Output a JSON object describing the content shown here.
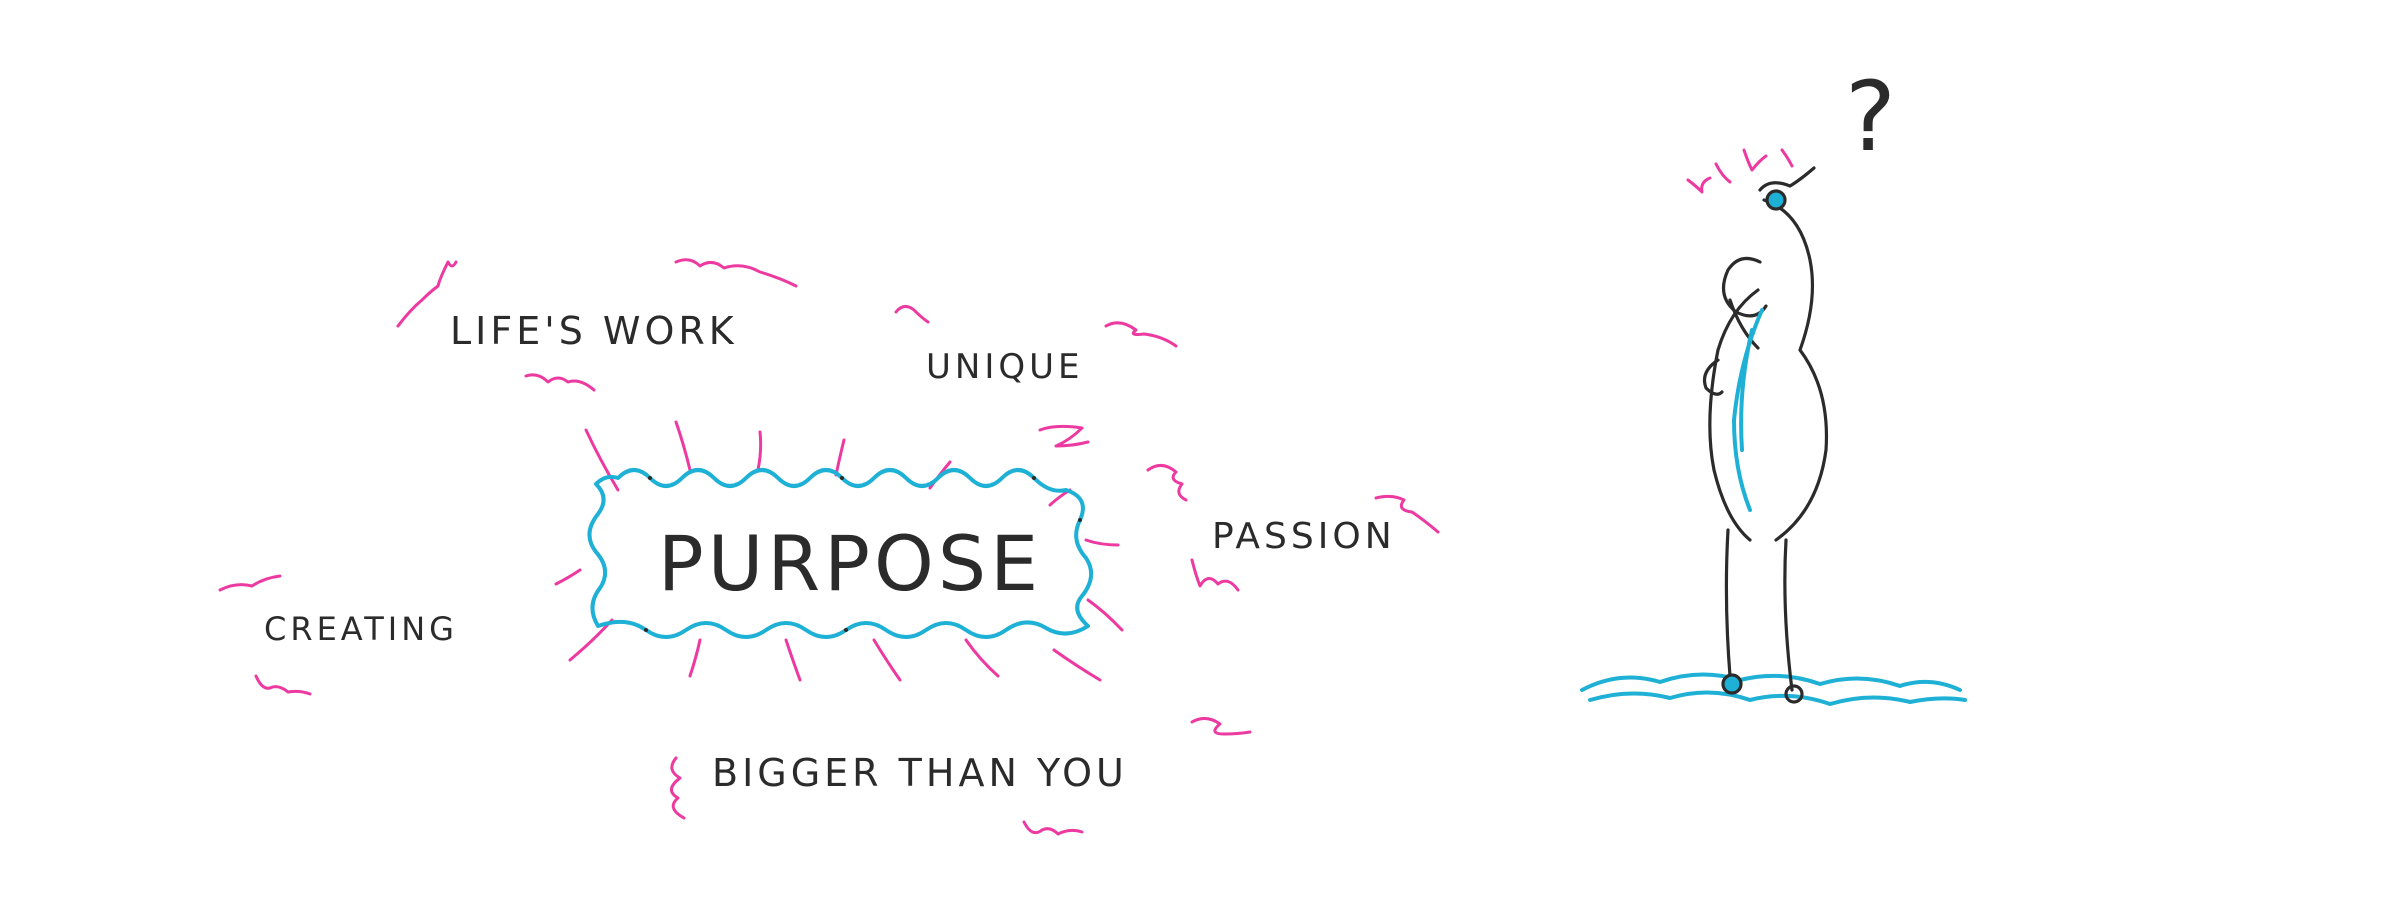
{
  "drawing": {
    "center_word": "PURPOSE",
    "words": {
      "lifes_work": "LIFE'S WORK",
      "unique": "UNIQUE",
      "passion": "PASSION",
      "creating": "CREATING",
      "bigger_than_you": "BIGGER THAN YOU"
    },
    "question_mark": "?"
  },
  "colors": {
    "ink": "#2b2b2b",
    "accent_pink": "#ec3aa0",
    "accent_blue": "#1fb0d6",
    "background": "#ffffff"
  },
  "icons": [
    "confused-person-icon",
    "question-mark-icon",
    "scribble-icon"
  ]
}
